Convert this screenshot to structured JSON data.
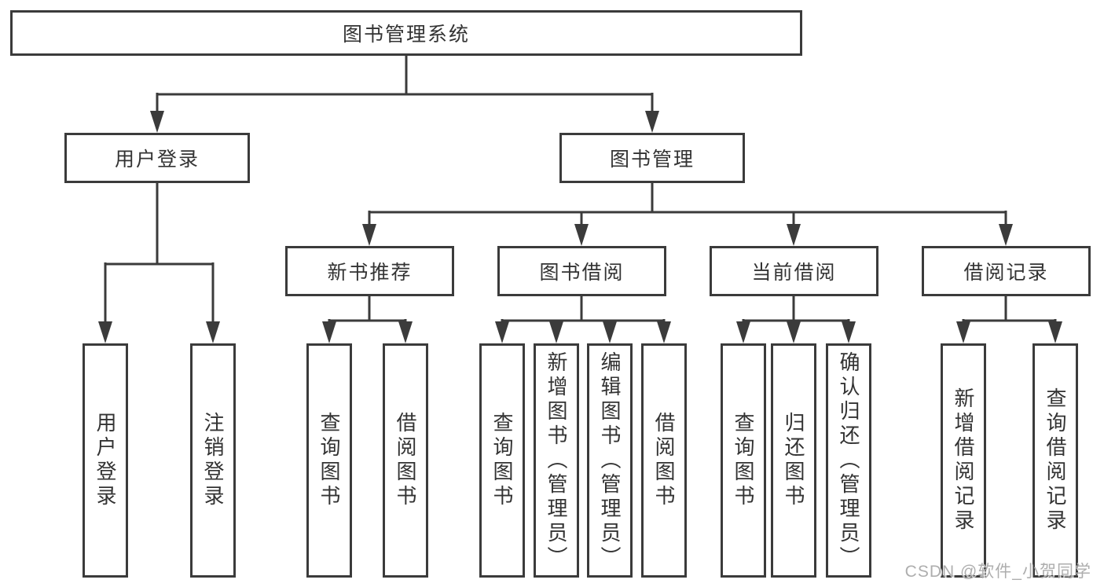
{
  "colors": {
    "line": "#3b3b3b",
    "border": "#3b3b3b",
    "text": "#333333",
    "background": "#ffffff",
    "watermark": "#aeaeae"
  },
  "diagram": {
    "root": {
      "label": "图书管理系统"
    },
    "level2": {
      "user_login": {
        "label": "用户登录"
      },
      "book_management": {
        "label": "图书管理"
      }
    },
    "level3": {
      "new_book_recommend": {
        "label": "新书推荐"
      },
      "book_borrow": {
        "label": "图书借阅"
      },
      "current_borrow": {
        "label": "当前借阅"
      },
      "borrow_records": {
        "label": "借阅记录"
      }
    },
    "leaves": {
      "user_login": [
        "用户登录",
        "注销登录"
      ],
      "new_book_recommend": [
        "查询图书",
        "借阅图书"
      ],
      "book_borrow": [
        "查询图书",
        "新增图书（管理员）",
        "编辑图书（管理员）",
        "借阅图书"
      ],
      "current_borrow": [
        "查询图书",
        "归还图书",
        "确认归还（管理员）"
      ],
      "borrow_records": [
        "新增借阅记录",
        "查询借阅记录"
      ]
    }
  },
  "watermark": {
    "text": "CSDN @软件_小贺同学"
  }
}
